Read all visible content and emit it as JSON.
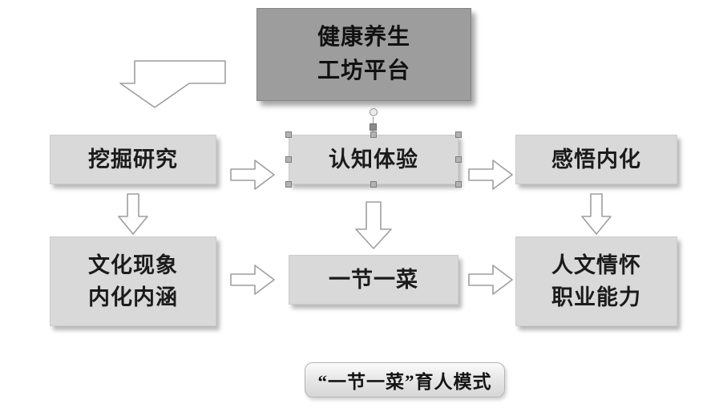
{
  "top_box": {
    "line1": "健康养生",
    "line2": "工坊平台"
  },
  "row1": {
    "left": "挖掘研究",
    "center": "认知体验",
    "right": "感悟内化"
  },
  "row2": {
    "left": {
      "line1": "文化现象",
      "line2": "内化内涵"
    },
    "center": "一节一菜",
    "right": {
      "line1": "人文情怀",
      "line2": "职业能力"
    }
  },
  "caption": "“一节一菜”育人模式",
  "shapes": {
    "bent_arrow": "bent-down-arrow",
    "right_arrow": "block-right-arrow",
    "down_arrow": "block-down-arrow",
    "rotation_handle": "rotation-handle-circle",
    "selection_handle": "selection-handle-square"
  },
  "colors": {
    "top_box_fill": "#9d9d9d",
    "box_fill": "#d9d9d9",
    "arrow_fill": "#ffffff",
    "arrow_stroke": "#9e9e9e",
    "handle_fill": "#b3b3b3",
    "handle_border": "#7d7d7d",
    "caption_fill_top": "#fbfbfb",
    "caption_fill_bottom": "#d6d6d6",
    "text_color": "#1b1b1b"
  }
}
